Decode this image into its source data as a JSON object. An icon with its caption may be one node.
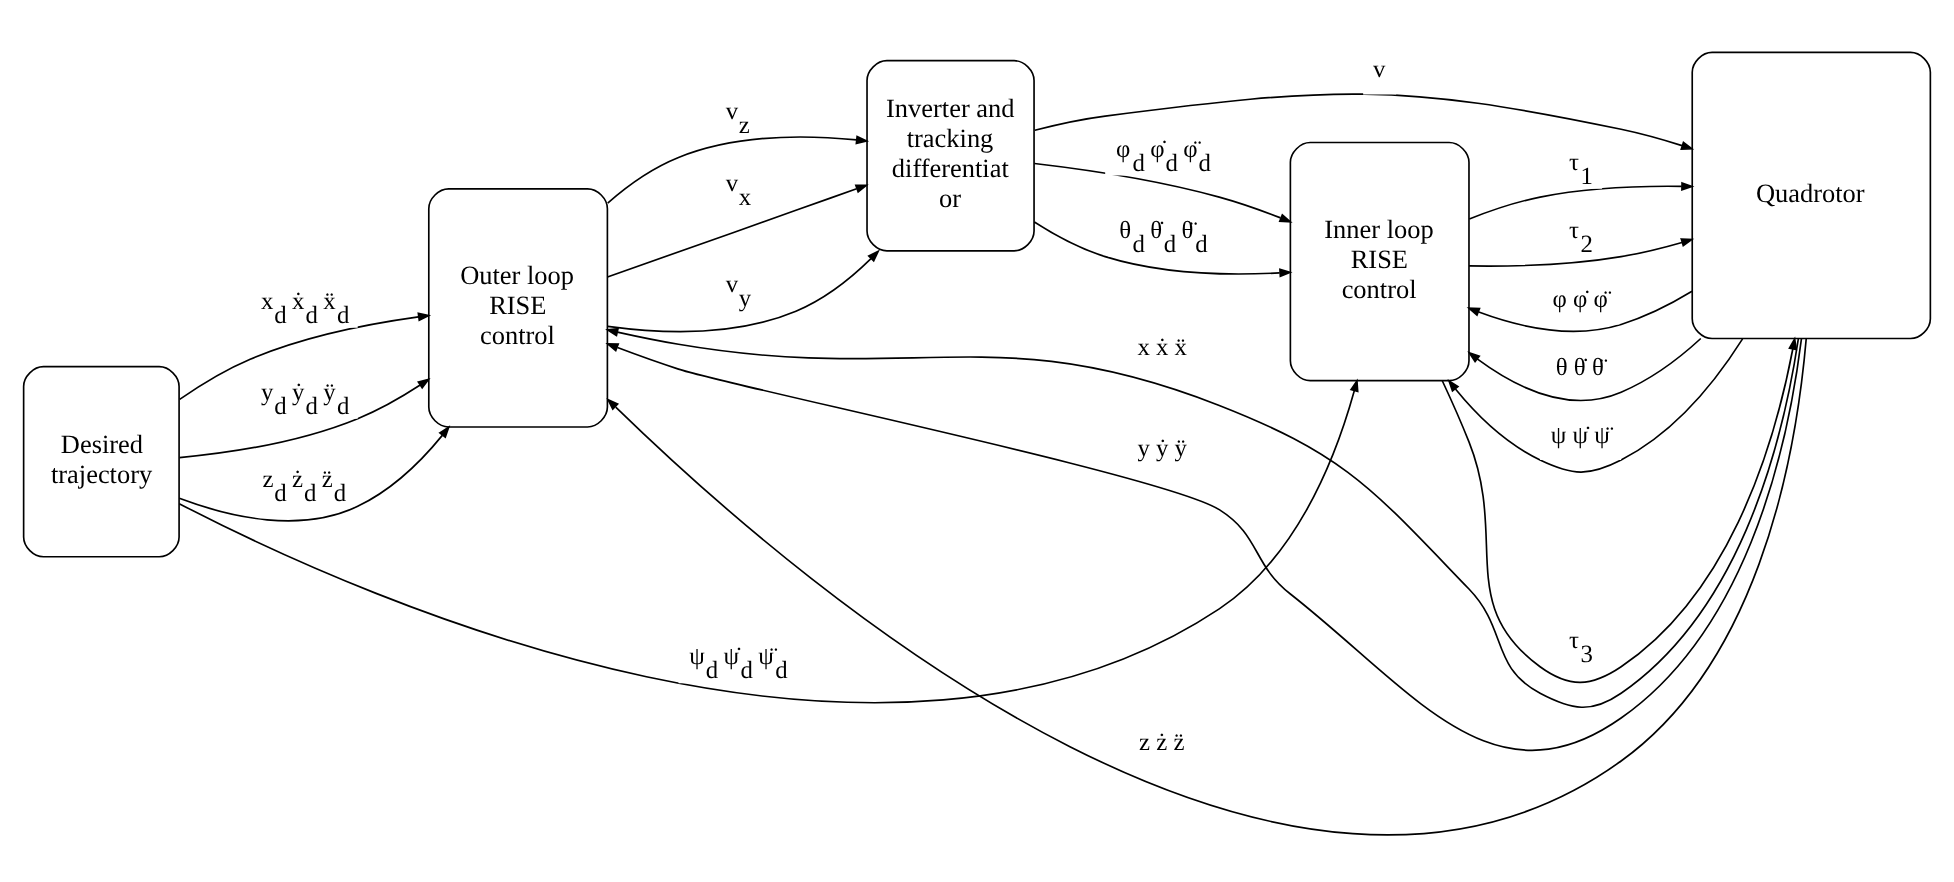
{
  "diagram": {
    "nodes": [
      {
        "text": [
          "Desired trajectory"
        ]
      },
      {
        "text": [
          "Outer loop RISE control"
        ]
      },
      {
        "text": [
          "Inverter and tracking differentiat or"
        ]
      },
      {
        "text": [
          "Inner loop RISE control"
        ]
      },
      {
        "text": [
          "Quadrotor"
        ]
      }
    ],
    "edges": [
      {
        "from": 0,
        "to": 3,
        "arrow": "to",
        "label": "ψ$_{d}$ ψ̇$_{d}$ ψ̈$_{d}$"
      },
      {
        "from": 0,
        "to": 1,
        "arrow": "to",
        "label": "x$_{d}$ ẋ$_{d}$ ẍ$_{d}$"
      },
      {
        "from": 0,
        "to": 1,
        "arrow": "to",
        "label": "y$_{d}$ ẏ$_{d}$ ÿ$_{d}$"
      },
      {
        "from": 0,
        "to": 1,
        "arrow": "to",
        "label": "z$_{d}$ ż$_{d}$ z̈$_{d}$"
      },
      {
        "from": 1,
        "to": 2,
        "arrow": "to",
        "label": "v$_{x}$"
      },
      {
        "from": 1,
        "to": 2,
        "arrow": "to",
        "label": "v$_{y}$"
      },
      {
        "from": 1,
        "to": 2,
        "arrow": "to",
        "label": "v$_{z}$"
      },
      {
        "from": 2,
        "to": 3,
        "arrow": "to",
        "label": "φ$_{d}$ φ̇$_{d}$ φ̈$_{d}$"
      },
      {
        "from": 2,
        "to": 3,
        "arrow": "to",
        "label": "θ$_{d}$ θ̇$_{d}$ θ̈$_{d}$"
      },
      {
        "from": 2,
        "to": 4,
        "arrow": "to",
        "label": "v"
      },
      {
        "from": 3,
        "to": 4,
        "arrow": "to",
        "label": "τ$_{1}$"
      },
      {
        "from": 3,
        "to": 4,
        "arrow": "to",
        "label": "τ$_{2}$"
      },
      {
        "from": 3,
        "to": 4,
        "arrow": "to",
        "label": "τ$_{3}$"
      },
      {
        "from": 4,
        "to": 3,
        "arrow": "to",
        "label": "φ φ̇ φ̈"
      },
      {
        "from": 4,
        "to": 3,
        "arrow": "to",
        "label": "θ θ̇ θ̈"
      },
      {
        "from": 4,
        "to": 3,
        "arrow": "to",
        "label": "ψ ψ̇ ψ̈"
      },
      {
        "from": 4,
        "to": 1,
        "arrow": "to",
        "label": "x ẋ ẍ"
      },
      {
        "from": 4,
        "to": 1,
        "arrow": "to",
        "label": "y ẏ ÿ"
      },
      {
        "from": 4,
        "to": 1,
        "arrow": "to",
        "label": "z ż z̈"
      }
    ]
  }
}
